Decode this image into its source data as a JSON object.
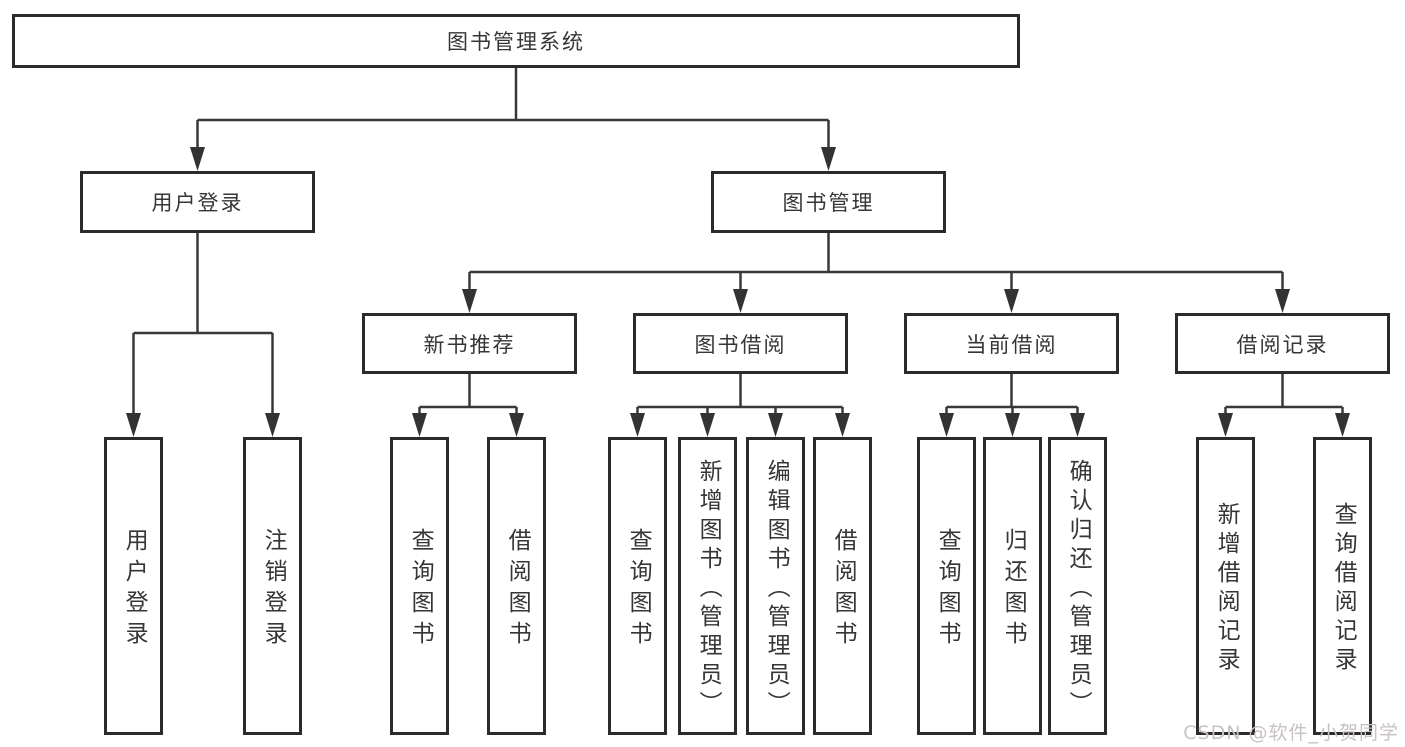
{
  "colors": {
    "line": "#383838",
    "box_border": "#2b2b2b",
    "text": "#363636",
    "watermark": "#c9c2c2",
    "background": "#ffffff"
  },
  "watermark": "CSDN @软件_小贺同学",
  "tree": {
    "root": "图书管理系统",
    "user_login": {
      "label": "用户登录",
      "children": [
        "用户登录",
        "注销登录"
      ]
    },
    "book_management": {
      "label": "图书管理",
      "sections": {
        "new_book_rec": {
          "label": "新书推荐",
          "children": [
            "查询图书",
            "借阅图书"
          ]
        },
        "book_borrow": {
          "label": "图书借阅",
          "children": [
            "查询图书",
            "新增图书（管理员）",
            "编辑图书（管理员）",
            "借阅图书"
          ]
        },
        "current_borrow": {
          "label": "当前借阅",
          "children": [
            "查询图书",
            "归还图书",
            "确认归还（管理员）"
          ]
        },
        "borrow_records": {
          "label": "借阅记录",
          "children": [
            "新增借阅记录",
            "查询借阅记录"
          ]
        }
      }
    }
  }
}
